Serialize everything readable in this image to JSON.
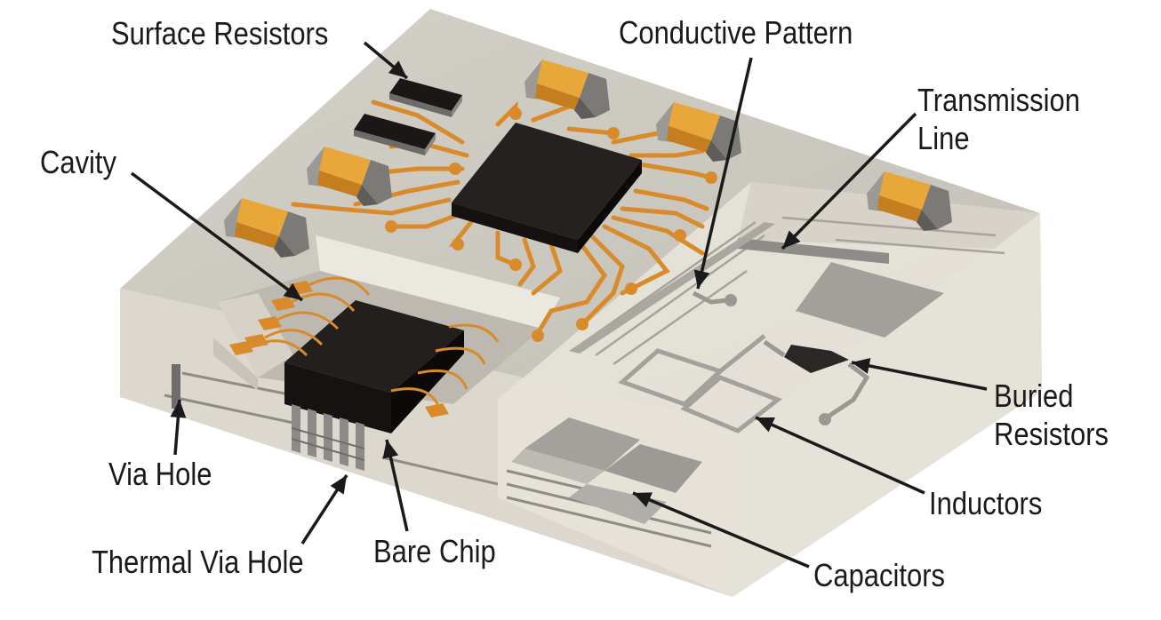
{
  "labels": {
    "surface_resistors": "Surface Resistors",
    "conductive_pattern": "Conductive Pattern",
    "transmission_line_1": "Transmission",
    "transmission_line_2": "Line",
    "cavity": "Cavity",
    "buried_resistors_1": "Buried",
    "buried_resistors_2": "Resistors",
    "inductors": "Inductors",
    "via_hole": "Via Hole",
    "thermal_via_hole": "Thermal Via Hole",
    "bare_chip": "Bare Chip",
    "capacitors": "Capacitors"
  },
  "colors": {
    "substrate_top": "#ccc9bf",
    "substrate_left_side": "#ddd9cf",
    "substrate_front_side": "#e9e6dc",
    "cutaway_face": "#e4e1d7",
    "chip_black": "#231f1c",
    "copper_trace": "#d98b2b",
    "capacitor_terminal": "#8a8884",
    "buried_plate": "#9c9a96",
    "leader_line": "#1a1a1a"
  }
}
